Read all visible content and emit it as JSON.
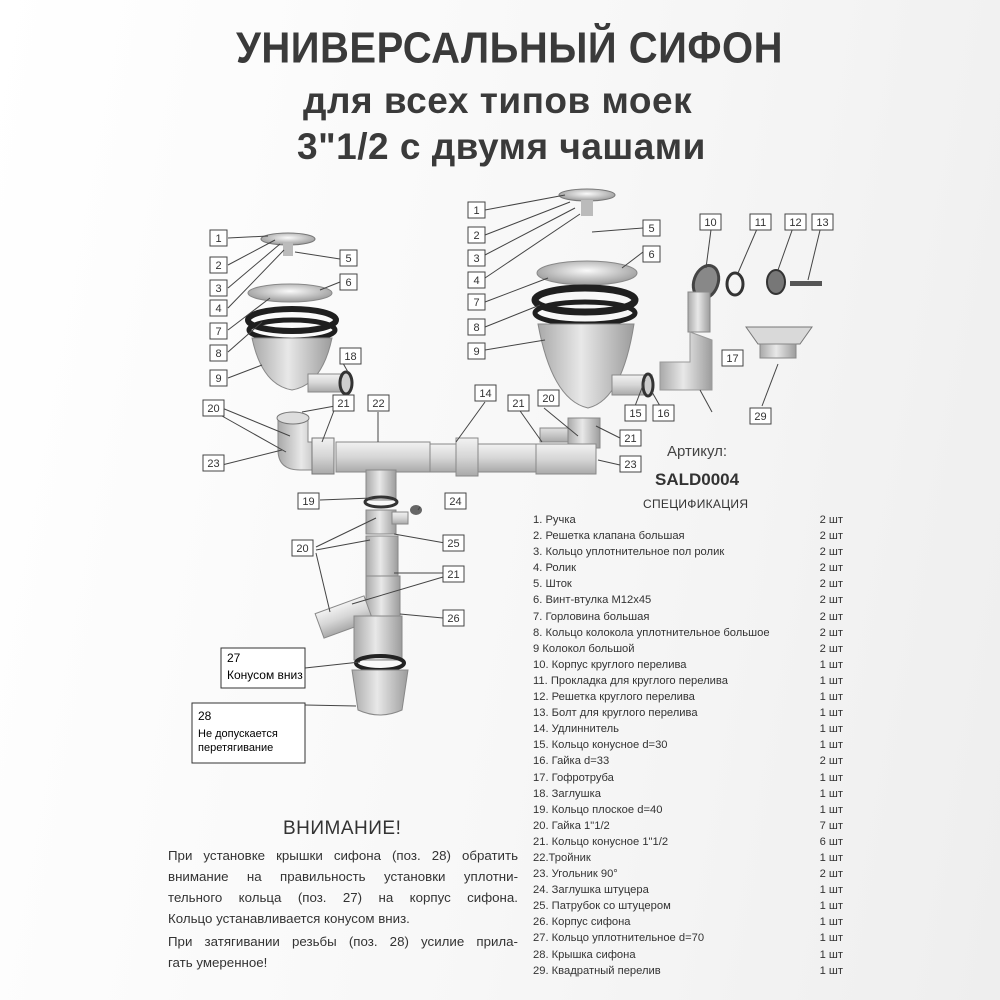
{
  "title": {
    "line1": "УНИВЕРСАЛЬНЫЙ СИФОН",
    "line2": "для всех типов моек",
    "line3": "3\"1/2 с двумя чашами"
  },
  "article": {
    "label": "Артикул:",
    "code": "SALD0004"
  },
  "spec_title": "СПЕЦИФИКАЦИЯ",
  "spec_items": [
    {
      "name": "1. Ручка",
      "qty": "2 шт"
    },
    {
      "name": "2. Решетка клапана большая",
      "qty": "2 шт"
    },
    {
      "name": "3. Кольцо уплотнительное пол ролик",
      "qty": "2 шт"
    },
    {
      "name": "4. Ролик",
      "qty": "2 шт"
    },
    {
      "name": "5. Шток",
      "qty": "2 шт"
    },
    {
      "name": "6. Винт-втулка М12х45",
      "qty": "2 шт"
    },
    {
      "name": "7. Горловина большая",
      "qty": "2 шт"
    },
    {
      "name": "8. Кольцо колокола уплотнительное большое",
      "qty": "2 шт"
    },
    {
      "name": "9  Колокол большой",
      "qty": "2 шт"
    },
    {
      "name": "10. Корпус круглого перелива",
      "qty": "1 шт"
    },
    {
      "name": "11. Прокладка для круглого перелива",
      "qty": "1 шт"
    },
    {
      "name": "12. Решетка круглого перелива",
      "qty": "1 шт"
    },
    {
      "name": "13. Болт для круглого перелива",
      "qty": "1 шт"
    },
    {
      "name": "14. Удлиннитель",
      "qty": "1 шт"
    },
    {
      "name": "15. Кольцо конусное d=30",
      "qty": "1 шт"
    },
    {
      "name": "16. Гайка d=33",
      "qty": "2 шт"
    },
    {
      "name": "17. Гофротруба",
      "qty": "1 шт"
    },
    {
      "name": "18. Заглушка",
      "qty": "1 шт"
    },
    {
      "name": "19. Кольцо плоское d=40",
      "qty": "1 шт"
    },
    {
      "name": "20. Гайка 1\"1/2",
      "qty": "7 шт"
    },
    {
      "name": "21. Кольцо конусное 1\"1/2",
      "qty": "6 шт"
    },
    {
      "name": "22.Тройник",
      "qty": "1 шт"
    },
    {
      "name": "23. Угольник 90°",
      "qty": "2 шт"
    },
    {
      "name": "24. Заглушка штуцера",
      "qty": "1 шт"
    },
    {
      "name": "25. Патрубок со штуцером",
      "qty": "1 шт"
    },
    {
      "name": "26. Корпус сифона",
      "qty": "1 шт"
    },
    {
      "name": "27. Кольцо уплотнительное d=70",
      "qty": "1 шт"
    },
    {
      "name": "28. Крышка сифона",
      "qty": "1 шт"
    },
    {
      "name": "29. Квадратный перелив",
      "qty": "1 шт"
    }
  ],
  "callouts": {
    "c27": {
      "num": "27",
      "text": "Конусом вниз"
    },
    "c28": {
      "num": "28",
      "line1": "Не допускается",
      "line2": "перетягивание"
    }
  },
  "warning": {
    "heading": "ВНИМАНИЕ!",
    "p1": [
      "При установке крышки сифона (поз. 28) обратить",
      "внимание на правильность установки уплотни-",
      "тельного кольца (поз. 27) на корпус сифона.",
      "Кольцо устанавливается конусом вниз."
    ],
    "p2": [
      "При затягивании резьбы (поз. 28) усилие прила-",
      "гать умеренное!"
    ]
  },
  "labels": [
    "1",
    "2",
    "3",
    "4",
    "5",
    "6",
    "7",
    "8",
    "9",
    "10",
    "11",
    "12",
    "13",
    "14",
    "15",
    "16",
    "17",
    "18",
    "19",
    "20",
    "21",
    "22",
    "23",
    "24",
    "25",
    "26",
    "29"
  ]
}
